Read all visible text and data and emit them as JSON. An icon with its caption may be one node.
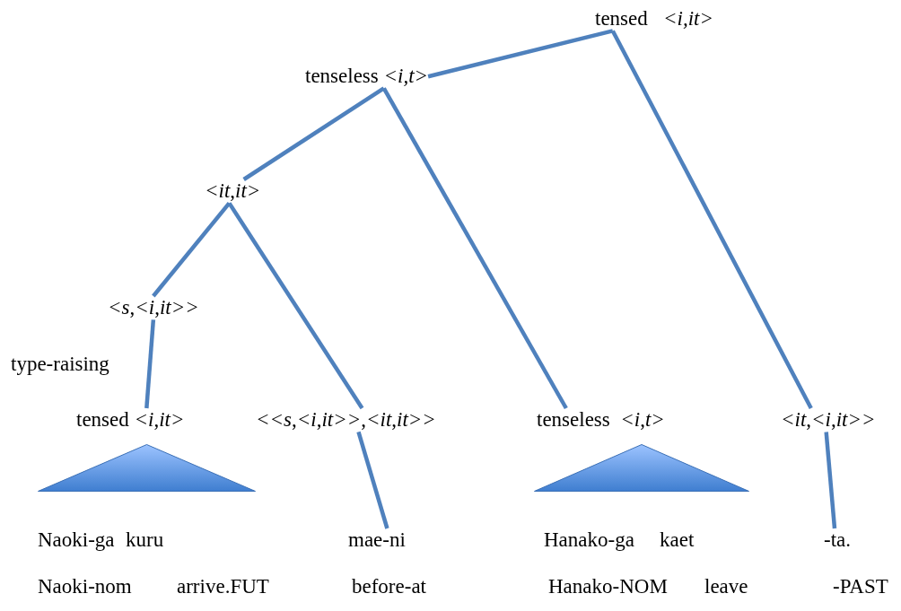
{
  "diagram": {
    "nodes": [
      {
        "text": [
          "tensed   *<i,it>*"
        ]
      },
      {
        "text": [
          "tenseless *<i,t>*"
        ]
      },
      {
        "text": [
          "*<it*,*it>*"
        ]
      },
      {
        "text": [
          "*<s*,*<i*,*it>>*"
        ]
      },
      {
        "text": [
          "tensed *<i*,*it>*"
        ]
      },
      {
        "text": [
          "*<<s*,*<i*,*it>>*,*<it*,*it>>*"
        ]
      },
      {
        "text": [
          "tenseless  *<i*,*t>*"
        ]
      },
      {
        "text": [
          "*<it*,*<i*,*it>>*"
        ]
      },
      {
        "text": [],
        "shape": "triangle"
      },
      {
        "text": [],
        "shape": "triangle"
      },
      {
        "text": [
          "mae-ni"
        ]
      },
      {
        "text": [
          "-ta."
        ]
      }
    ],
    "edges": [
      {
        "from": 0,
        "to": 1,
        "arrow": "none"
      },
      {
        "from": 0,
        "to": 7,
        "arrow": "none"
      },
      {
        "from": 1,
        "to": 2,
        "arrow": "none"
      },
      {
        "from": 1,
        "to": 6,
        "arrow": "none"
      },
      {
        "from": 2,
        "to": 3,
        "arrow": "none"
      },
      {
        "from": 2,
        "to": 5,
        "arrow": "none"
      },
      {
        "from": 3,
        "to": 4,
        "arrow": "none"
      },
      {
        "from": 5,
        "to": 10,
        "arrow": "none"
      },
      {
        "from": 7,
        "to": 11,
        "arrow": "none"
      }
    ],
    "labels": [
      "type-raising",
      "Naoki-ga",
      "kuru",
      "Hanako-ga",
      "kaet",
      "Naoki-nom",
      "arrive.FUT",
      "before-at",
      "Hanako-NOM",
      "leave",
      "-PAST"
    ]
  }
}
